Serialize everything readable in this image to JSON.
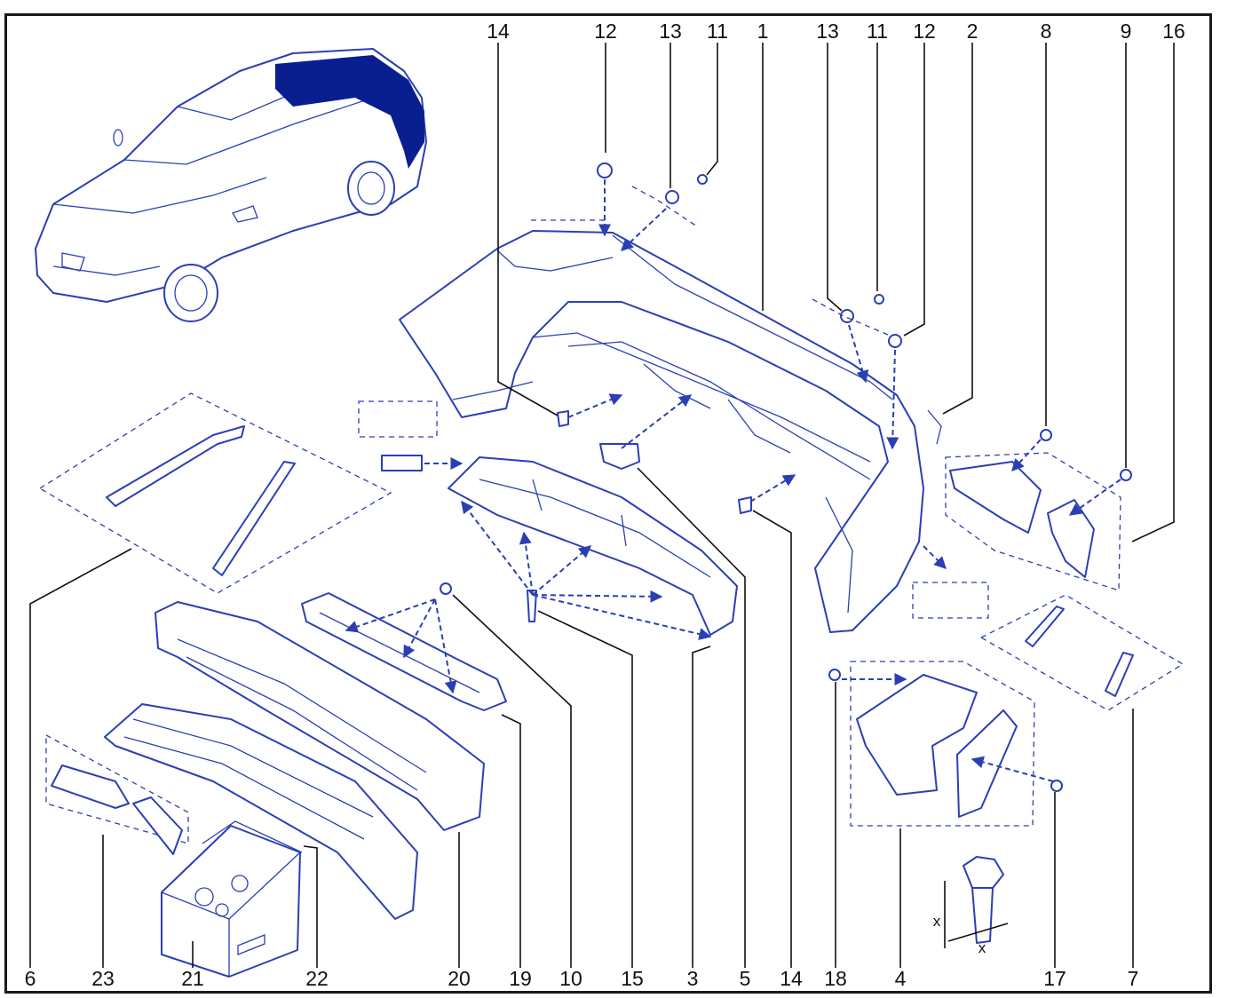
{
  "diagram": {
    "accent_color": "#2b3fb3",
    "highlight_color": "#0a1f8f",
    "callouts_top": [
      "14",
      "12",
      "13",
      "11",
      "1",
      "13",
      "11",
      "12",
      "2",
      "8",
      "9",
      "16"
    ],
    "callouts_bottom": [
      "6",
      "23",
      "21",
      "22",
      "20",
      "19",
      "10",
      "15",
      "3",
      "5",
      "14",
      "18",
      "4",
      "17",
      "7"
    ],
    "dimension_labels": [
      "x",
      "x"
    ]
  }
}
